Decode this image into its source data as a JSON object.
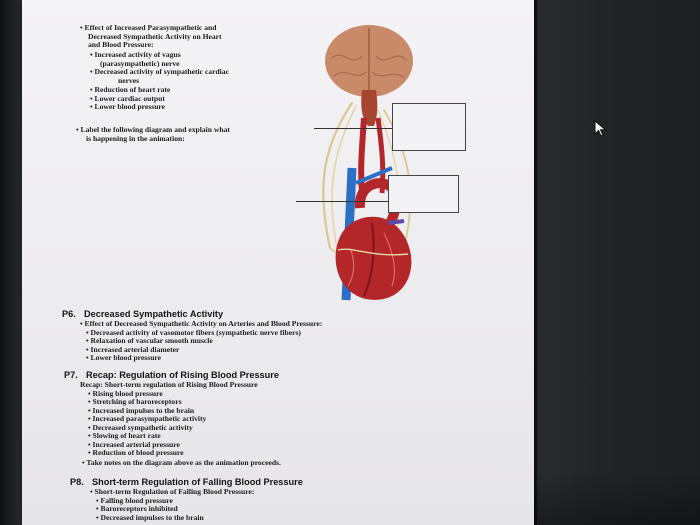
{
  "section_top": {
    "intro": "• Effect of Increased Parasympathetic and",
    "intro2": "Decreased Sympathetic Activity on Heart",
    "intro3": "and Blood Pressure:",
    "items": [
      "• Increased activity of vagus",
      "(parasympathetic) nerve",
      "• Decreased activity of sympathetic cardiac",
      "nerves",
      "• Reduction of heart rate",
      "• Lower cardiac output",
      "• Lower blood pressure"
    ],
    "label_prompt": "• Label the following diagram and explain what",
    "label_prompt2": "is happening in the animation:"
  },
  "p6": {
    "number": "P6.",
    "title": "Decreased Sympathetic Activity",
    "lines": [
      "• Effect of Decreased Sympathetic Activity on Arteries and Blood Pressure:",
      "• Decreased activity of vasomotor fibers (sympathetic nerve fibers)",
      "• Relaxation of vascular smooth muscle",
      "• Increased arterial diameter",
      "• Lower blood pressure"
    ]
  },
  "p7": {
    "number": "P7.",
    "title": "Recap: Regulation of Rising Blood Pressure",
    "lines": [
      "Recap: Short-term regulation of Rising Blood Pressure",
      "• Rising blood pressure",
      "• Stretching of baroreceptors",
      "• Increased impulses to the brain",
      "• Increased parasympathetic activity",
      "• Decreased sympathetic activity",
      "• Slowing of heart rate",
      "• Increased arterial pressure",
      "• Reduction of blood pressure",
      "• Take notes on the diagram above as the animation proceeds."
    ]
  },
  "p8": {
    "number": "P8.",
    "title": "Short-term Regulation of Falling Blood Pressure",
    "lines": [
      "• Short-term Regulation of Falling Blood Pressure:",
      "• Falling blood pressure",
      "• Baroreceptors inhibited",
      "• Decreased impulses to the brain"
    ]
  },
  "colors": {
    "heart": "#b3262a",
    "vein": "#2c6fc7",
    "nerve": "#e8d7a0",
    "brain": "#c98a6a"
  }
}
